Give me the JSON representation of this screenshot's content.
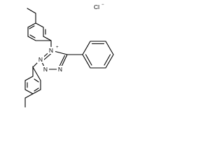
{
  "molecule": {
    "counterion": {
      "symbol": "Cl",
      "charge": "−"
    },
    "atoms": {
      "n1": {
        "symbol": "N",
        "charge": "+"
      },
      "n2": {
        "symbol": "N",
        "charge": ""
      },
      "n3": {
        "symbol": "N",
        "charge": ""
      },
      "n4": {
        "symbol": "N",
        "charge": ""
      }
    }
  }
}
